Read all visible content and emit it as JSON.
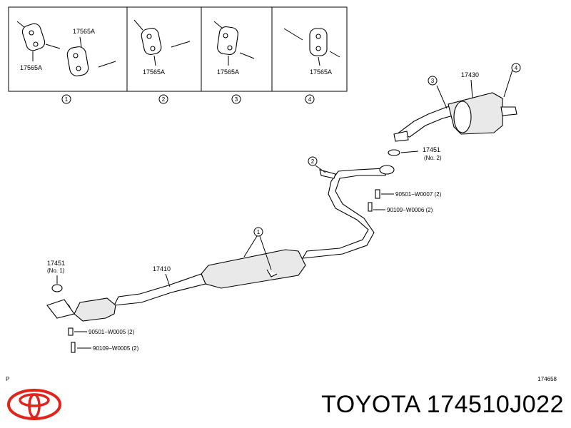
{
  "insets": [
    {
      "circle": "1",
      "labels": [
        "17565A",
        "17565A"
      ]
    },
    {
      "circle": "2",
      "labels": [
        "17565A"
      ]
    },
    {
      "circle": "3",
      "labels": [
        "17565A"
      ]
    },
    {
      "circle": "4",
      "labels": [
        "17565A"
      ]
    }
  ],
  "parts": {
    "muffler": "17430",
    "gasket_no2": "17451",
    "gasket_no2_note": "(No. 2)",
    "spring_upper": "90501−W0007 (2)",
    "bolt_upper": "90109−W0006 (2)",
    "center_pipe": "17410",
    "gasket_no1": "17451",
    "gasket_no1_note": "(No. 1)",
    "spring_lower": "90501−W0005 (2)",
    "bolt_lower": "90109−W0005 (2)"
  },
  "callouts": [
    "3",
    "4",
    "2",
    "1"
  ],
  "footer": {
    "left_mark": "P",
    "figure_no": "174658"
  },
  "brand": {
    "text": "TOYOTA 174510J022",
    "logo": "toyota-logo",
    "logo_color": "#e2231a"
  }
}
